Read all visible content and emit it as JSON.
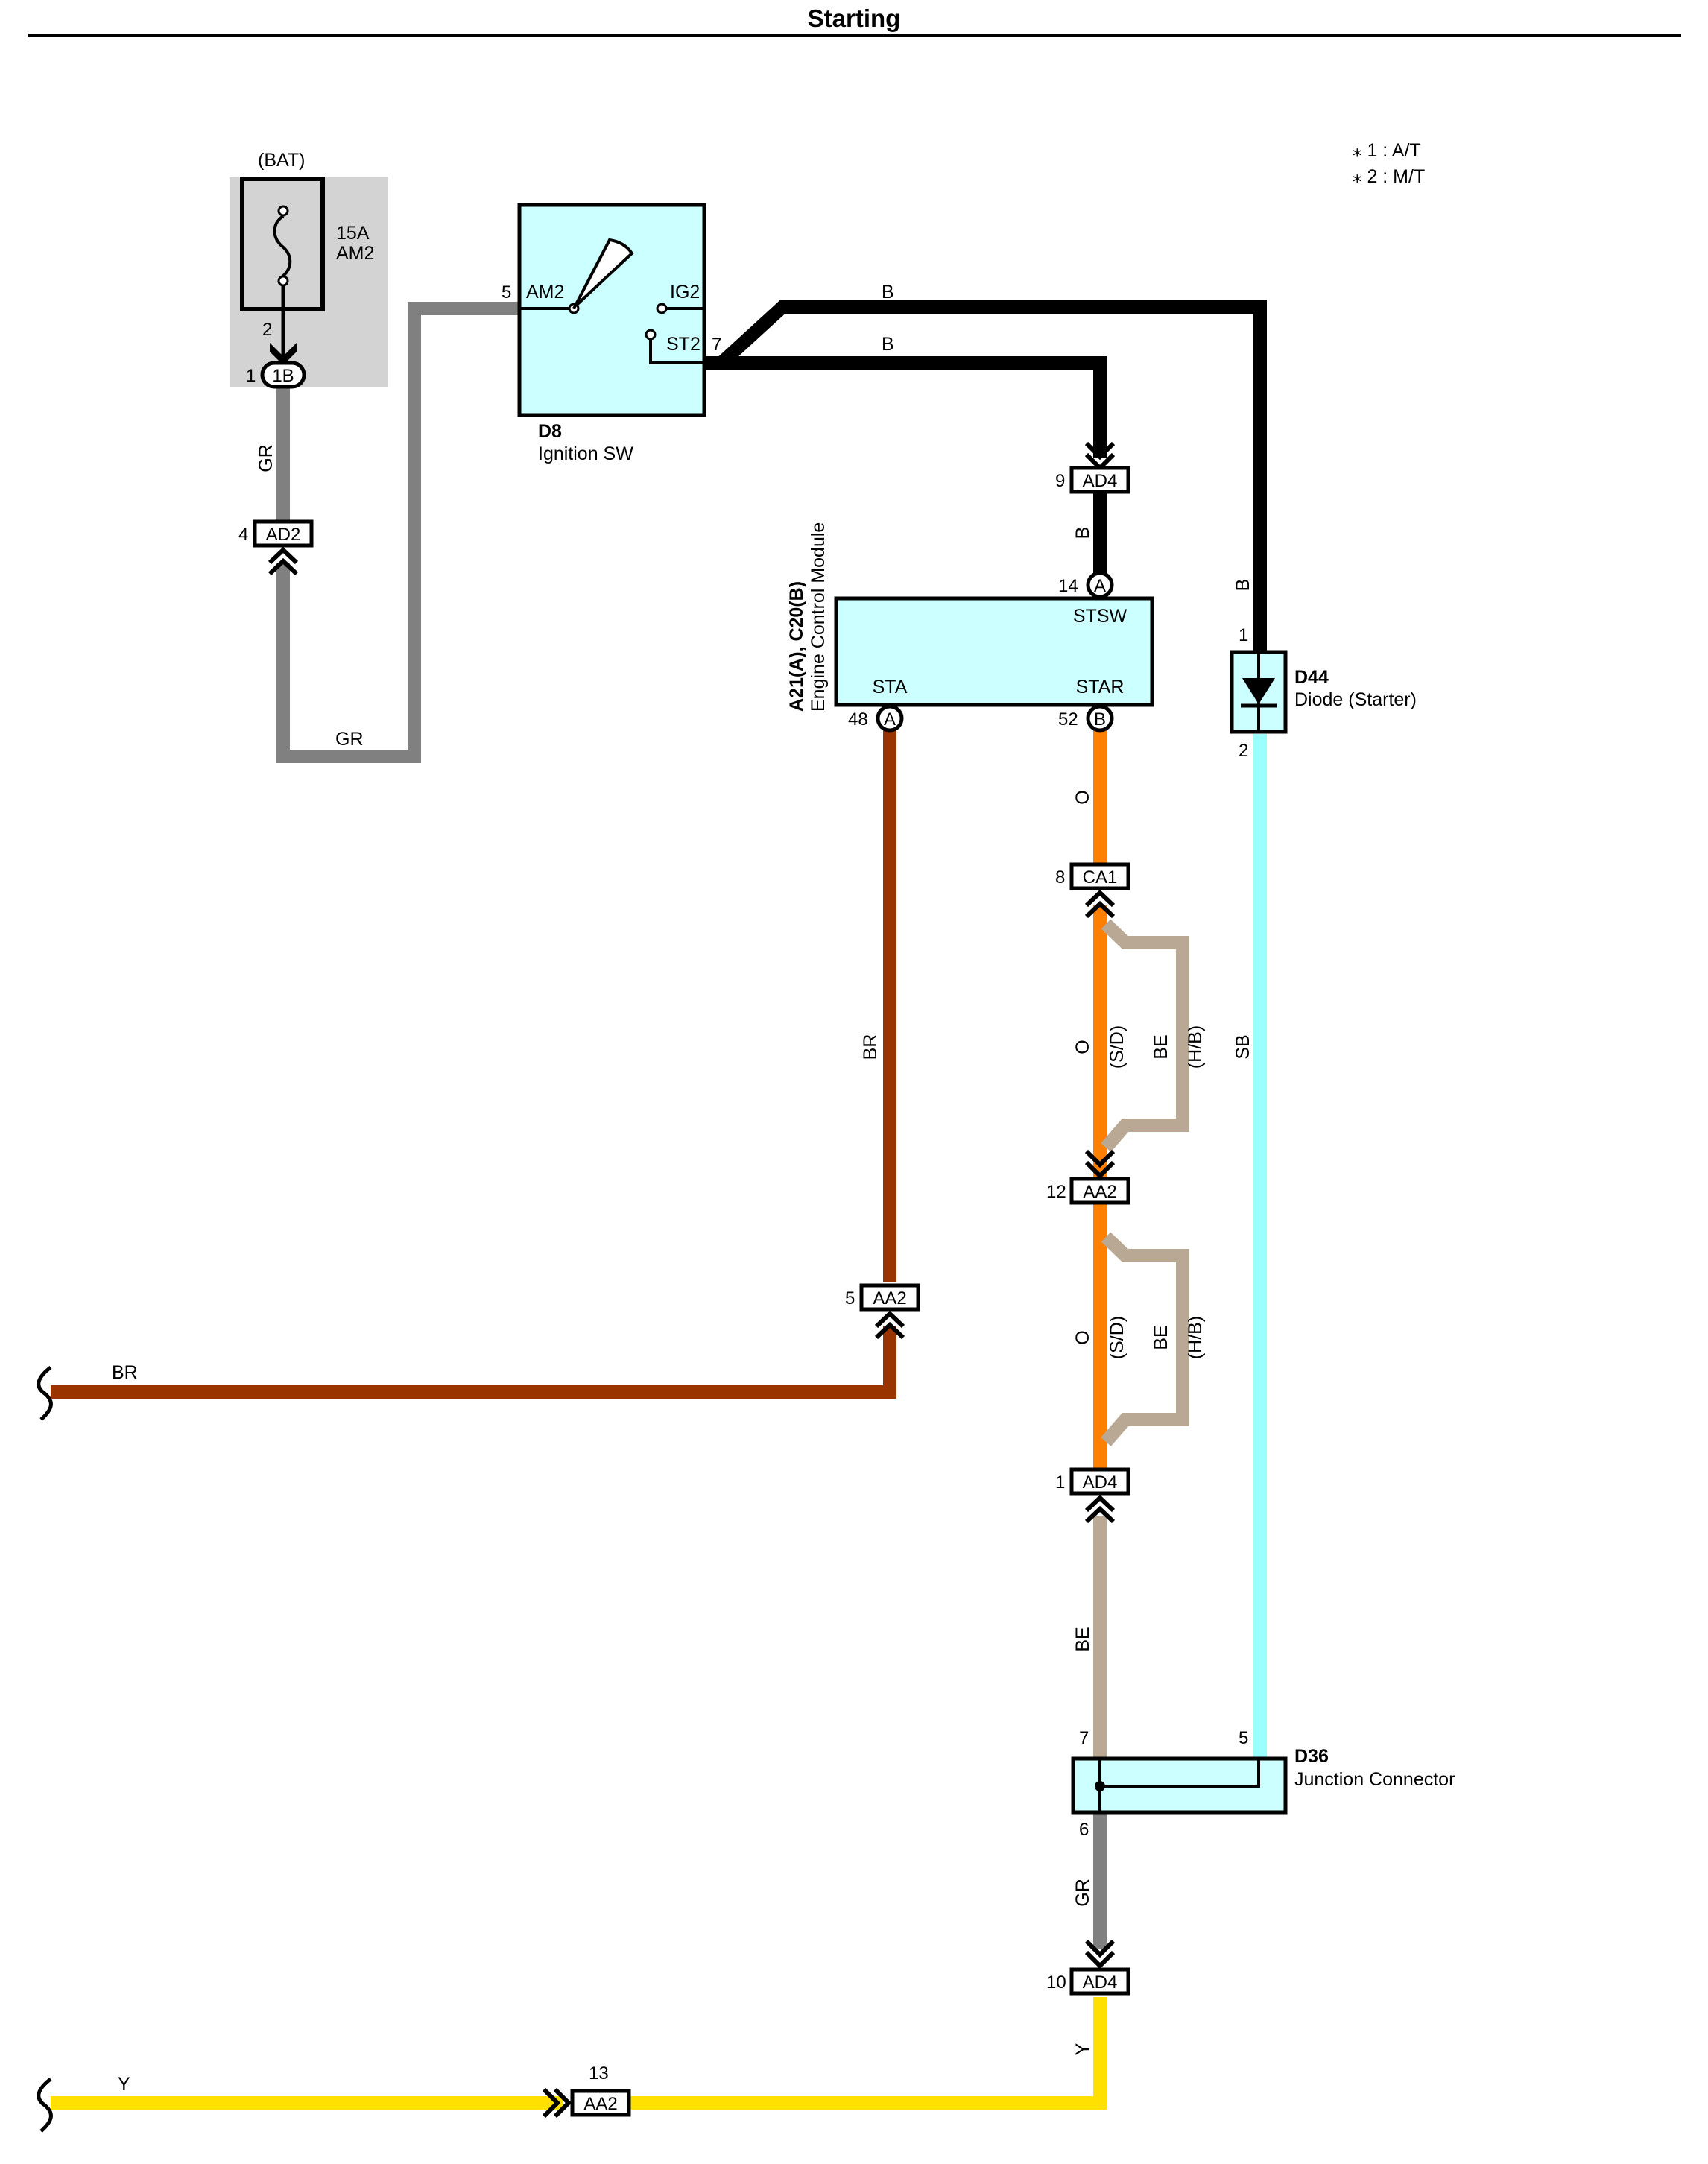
{
  "title": "Starting",
  "notes": [
    "⁎ 1 : A/T",
    "⁎ 2 : M/T"
  ],
  "colors": {
    "B": "#000000",
    "GR": "#808080",
    "BR": "#993300",
    "O": "#ff8000",
    "BE": "#b9a893",
    "SB": "#99ffff",
    "Y": "#ffe000",
    "component_fill": "#ccffff",
    "fuse_background": "#d3d3d3"
  },
  "fuse": {
    "source": "(BAT)",
    "rating": "15A",
    "name": "AM2",
    "pin_top": "2",
    "pin_conn": "1",
    "conn_id": "1B"
  },
  "ignition_switch": {
    "id": "D8",
    "name": "Ignition SW",
    "terminals": [
      "AM2",
      "IG2",
      "ST2"
    ],
    "pin_in": "5",
    "pin_out": "7"
  },
  "ecm": {
    "ids": "A21(A), C20(B)",
    "name": "Engine Control Module",
    "terminals": {
      "stsw": "STSW",
      "sta": "STA",
      "star": "STAR"
    },
    "pins": {
      "stsw_pin": "14",
      "stsw_conn": "A",
      "sta_pin": "48",
      "sta_conn": "A",
      "star_pin": "52",
      "star_conn": "B"
    }
  },
  "diode": {
    "id": "D44",
    "name": "Diode (Starter)",
    "pin_in": "1",
    "pin_out": "2"
  },
  "junction": {
    "id": "D36",
    "name": "Junction Connector",
    "pin_a": "7",
    "pin_b": "5",
    "pin_c": "6"
  },
  "connectors": [
    {
      "id": "AD2",
      "pin": "4"
    },
    {
      "id": "AD4",
      "pin": "9"
    },
    {
      "id": "CA1",
      "pin": "8"
    },
    {
      "id": "AA2",
      "pin": "12"
    },
    {
      "id": "AA2",
      "pin": "5"
    },
    {
      "id": "AD4",
      "pin": "1"
    },
    {
      "id": "AD4",
      "pin": "10"
    },
    {
      "id": "AA2",
      "pin": "13"
    }
  ],
  "wire_labels": {
    "gr_fuse": "GR",
    "gr_bottom": "GR",
    "b_top": "B",
    "b_mid": "B",
    "b_vert": "B",
    "b_diode": "B",
    "o_1": "O",
    "o_2": "O",
    "o_3": "O",
    "br_vert": "BR",
    "br_horiz": "BR",
    "sd_1": "(S/D)",
    "be_1": "BE",
    "hb_1": "(H/B)",
    "sd_2": "(S/D)",
    "be_2": "BE",
    "hb_2": "(H/B)",
    "sb": "SB",
    "be_vert": "BE",
    "gr_jc": "GR",
    "y_vert": "Y",
    "y_horiz": "Y"
  }
}
